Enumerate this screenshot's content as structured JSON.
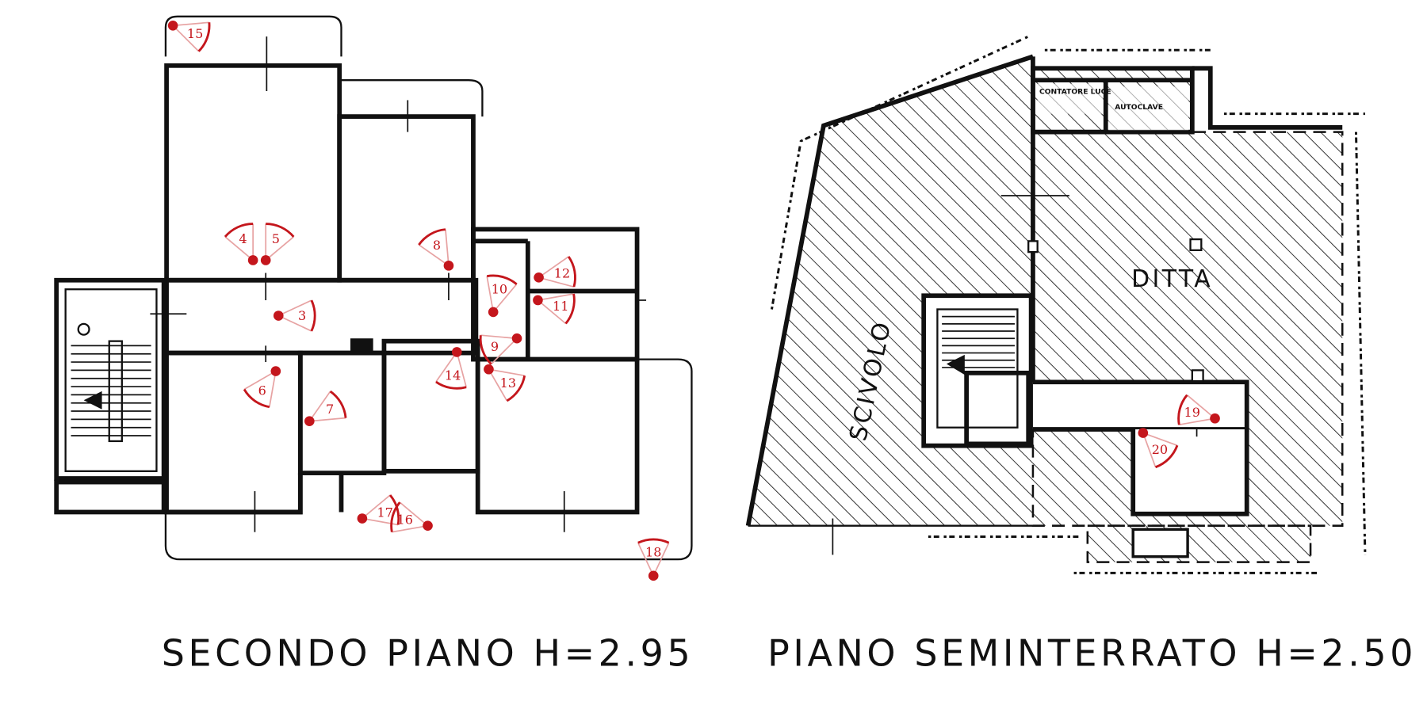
{
  "plans": [
    {
      "title": "SECONDO PIANO H=2.95"
    },
    {
      "title": "PIANO SEMINTERRATO H=2.50",
      "rooms": [
        "SCIVOLO",
        "DITTA",
        "CONTATORE LUCE",
        "AUTOCLAVE"
      ]
    }
  ],
  "markers": [
    {
      "number": "15"
    },
    {
      "number": "4"
    },
    {
      "number": "5"
    },
    {
      "number": "8"
    },
    {
      "number": "3"
    },
    {
      "number": "10"
    },
    {
      "number": "12"
    },
    {
      "number": "11"
    },
    {
      "number": "9"
    },
    {
      "number": "14"
    },
    {
      "number": "13"
    },
    {
      "number": "6"
    },
    {
      "number": "7"
    },
    {
      "number": "17"
    },
    {
      "number": "16"
    },
    {
      "number": "18"
    },
    {
      "number": "19"
    },
    {
      "number": "20"
    }
  ],
  "colors": {
    "marker": "#c4161c",
    "marker_ray": "#e7a3a3",
    "ink": "#111111"
  }
}
